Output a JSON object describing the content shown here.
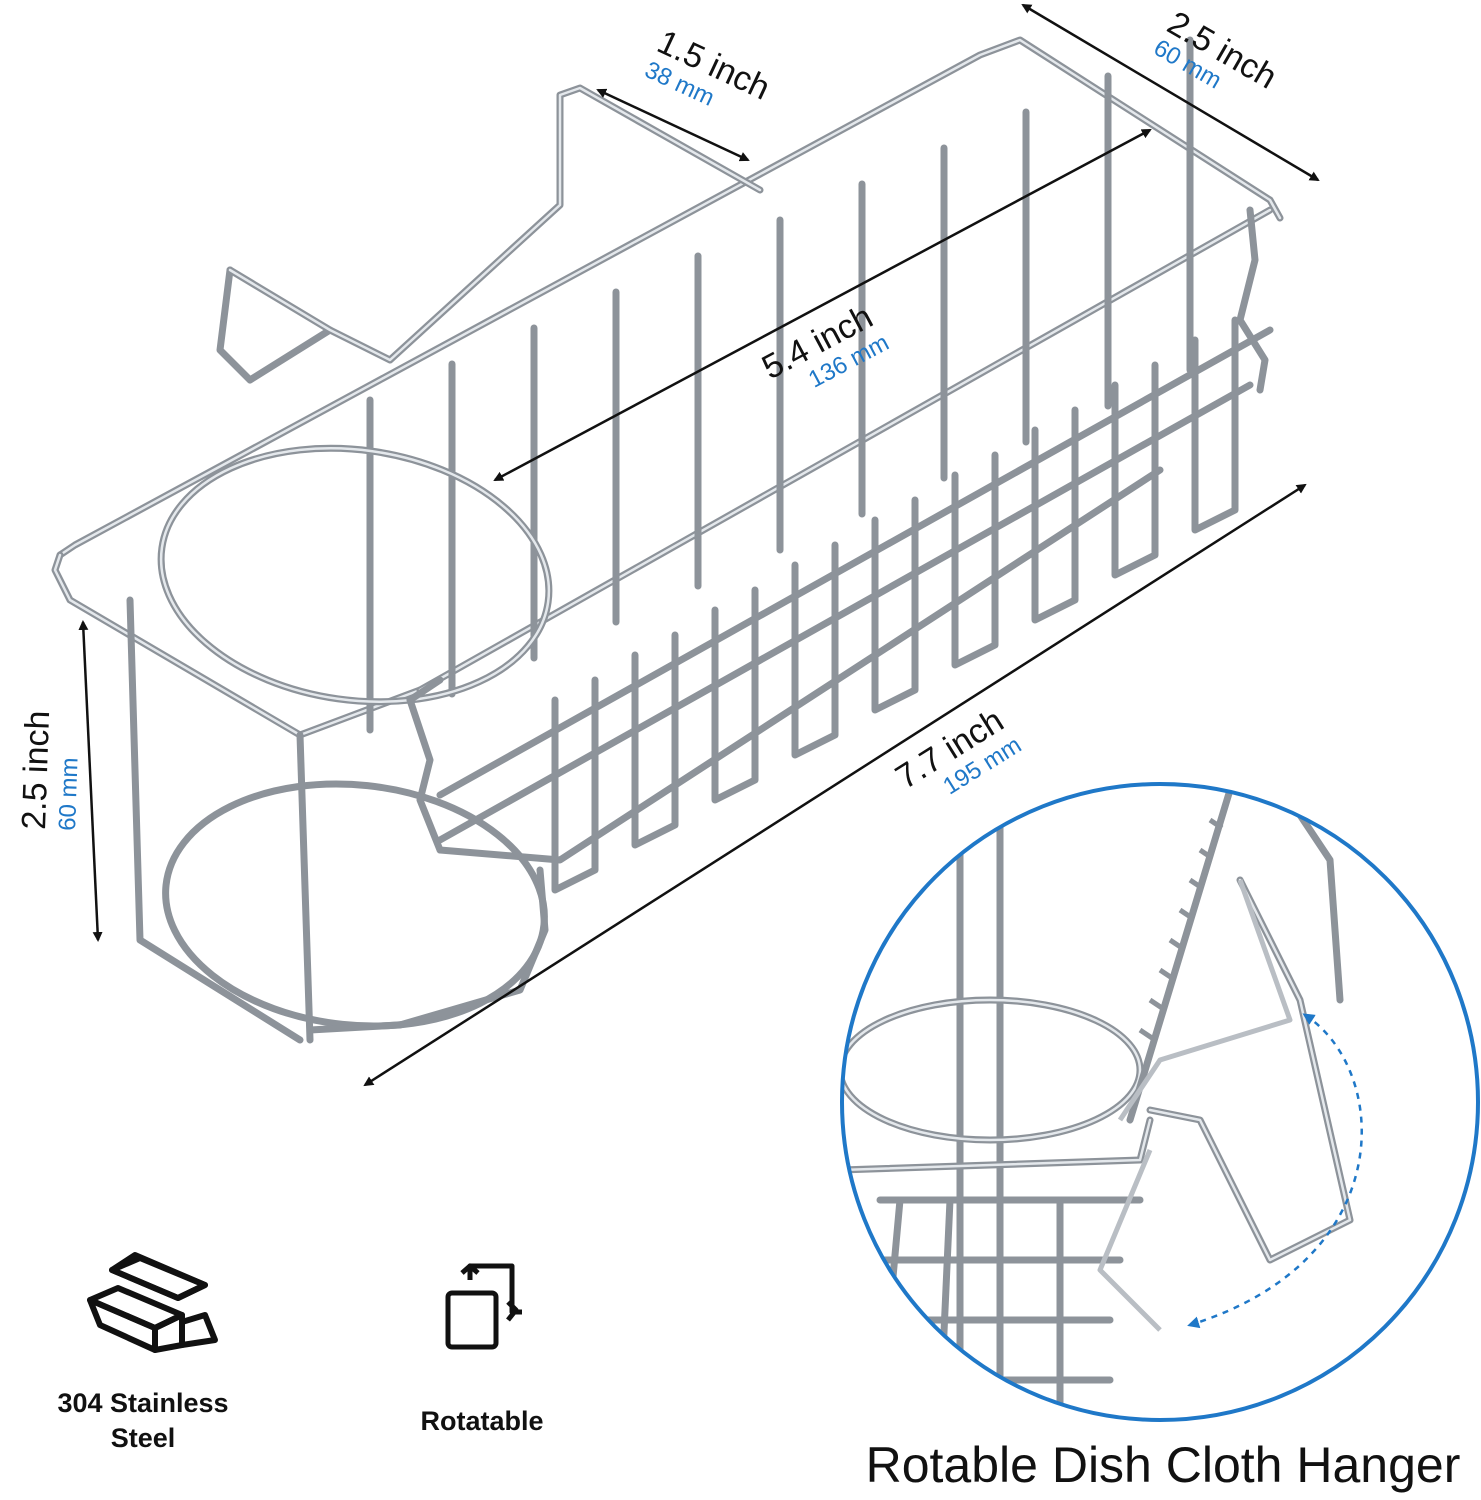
{
  "dimensions": {
    "top_width": {
      "inch": "1.5 inch",
      "mm": "38 mm"
    },
    "depth": {
      "inch": "2.5 inch",
      "mm": "60 mm"
    },
    "inner_length": {
      "inch": "5.4 inch",
      "mm": "136 mm"
    },
    "total_length": {
      "inch": "7.7 inch",
      "mm": "195 mm"
    },
    "height": {
      "inch": "2.5 inch",
      "mm": "60 mm"
    }
  },
  "features": [
    {
      "label": "304 Stainless",
      "label_line2": "Steel",
      "icon": "metal-bars-icon"
    },
    {
      "label": "Rotatable",
      "icon": "rotate-icon"
    }
  ],
  "inset": {
    "title": "Rotable Dish Cloth Hanger",
    "border_color": "#1f78c8",
    "arrow_color": "#1f78c8"
  },
  "colors": {
    "dimension_text": "#111111",
    "metric_text": "#1f78c8",
    "wire": "#8d939a"
  }
}
